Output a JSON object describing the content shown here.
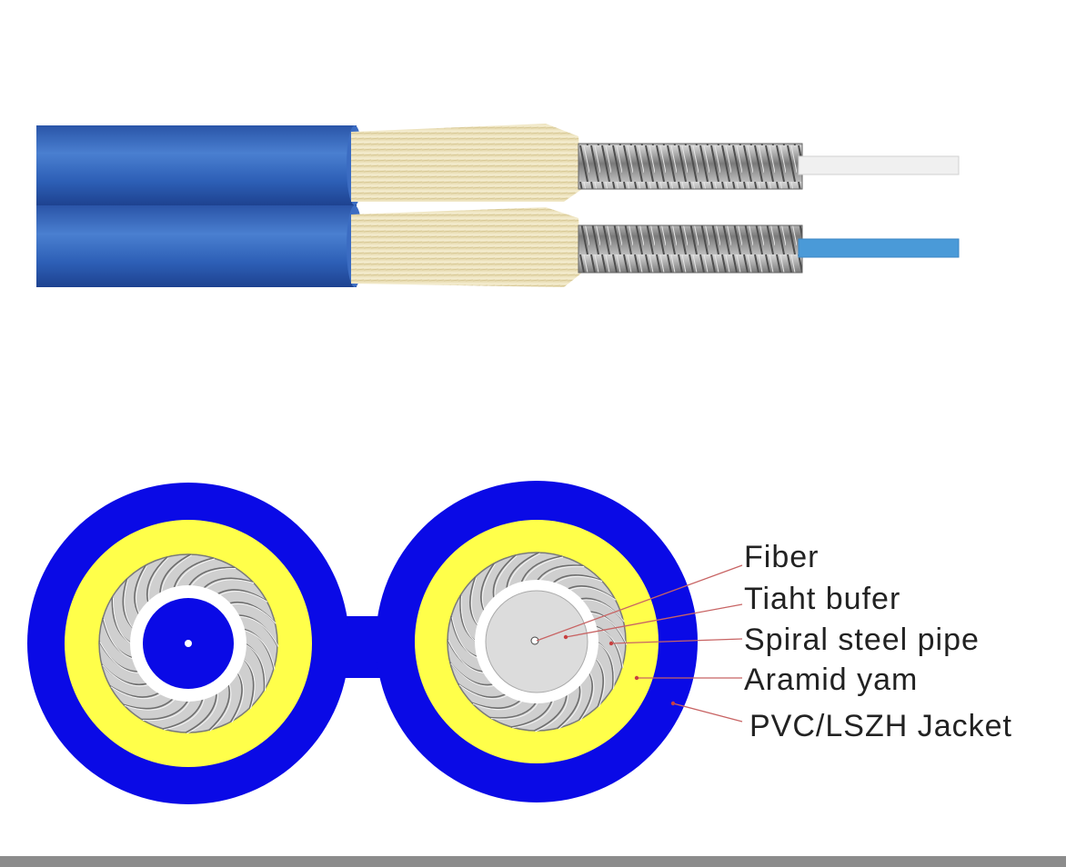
{
  "labels": {
    "fiber": "Fiber",
    "tight_buffer": "Tiaht bufer",
    "steel_pipe": "Spiral steel pipe",
    "aramid": "Aramid yam",
    "jacket": "PVC/LSZH Jacket"
  },
  "colors": {
    "jacket_cross_section": "#0a0ae6",
    "aramid_cross_section": "#ffff4a",
    "jacket_side_view": "#2f5fb4",
    "aramid_side_view": "#efe6c4",
    "steel": "#9a9a9a",
    "leader_line": "#c86464",
    "fiber_white": "#f0f0f0",
    "fiber_blue": "#4a9ad8"
  }
}
